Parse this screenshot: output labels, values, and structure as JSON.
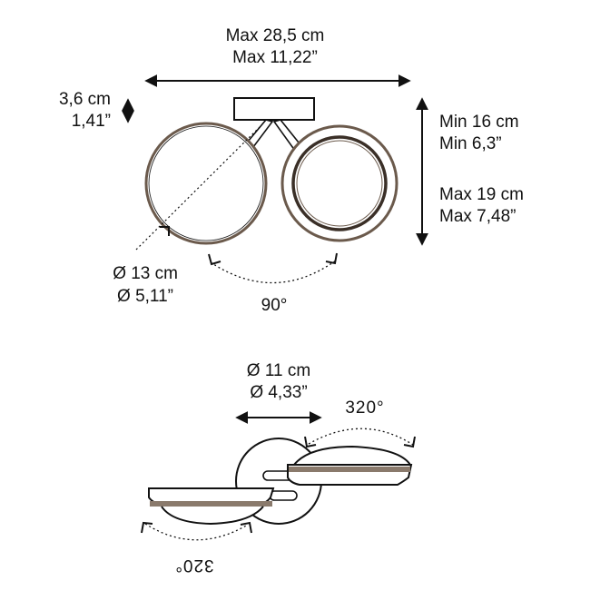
{
  "dimensions": {
    "width_cm": "Max 28,5 cm",
    "width_in": "Max 11,22”",
    "canopy_height_cm": "3,6 cm",
    "canopy_height_in": "1,41”",
    "min_height_cm": "Min 16 cm",
    "min_height_in": "Min 6,3”",
    "max_height_cm": "Max 19 cm",
    "max_height_in": "Max 7,48”",
    "shade_diameter_cm": "Ø 13 cm",
    "shade_diameter_in": "Ø 5,11”",
    "arm_rotation": "90°",
    "base_diameter_cm": "Ø 11 cm",
    "base_diameter_in": "Ø 4,33”",
    "rotation_right": "320°",
    "rotation_left": "320°"
  },
  "colors": {
    "line": "#111111",
    "ring": "#6b5a4c",
    "ring_inner": "#3a2f27"
  }
}
